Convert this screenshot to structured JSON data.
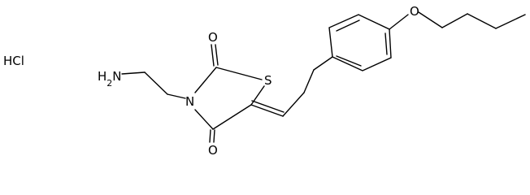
{
  "molecule": {
    "salt_label": "HCl",
    "labels": {
      "amine": "H2N",
      "ring_nitrogen": "N",
      "ring_sulfur": "S",
      "carbonyl_oxygen_top": "O",
      "carbonyl_oxygen_bottom": "O",
      "ether_oxygen": "O"
    }
  },
  "colors": {
    "ink": "#000000",
    "background": "#ffffff"
  }
}
